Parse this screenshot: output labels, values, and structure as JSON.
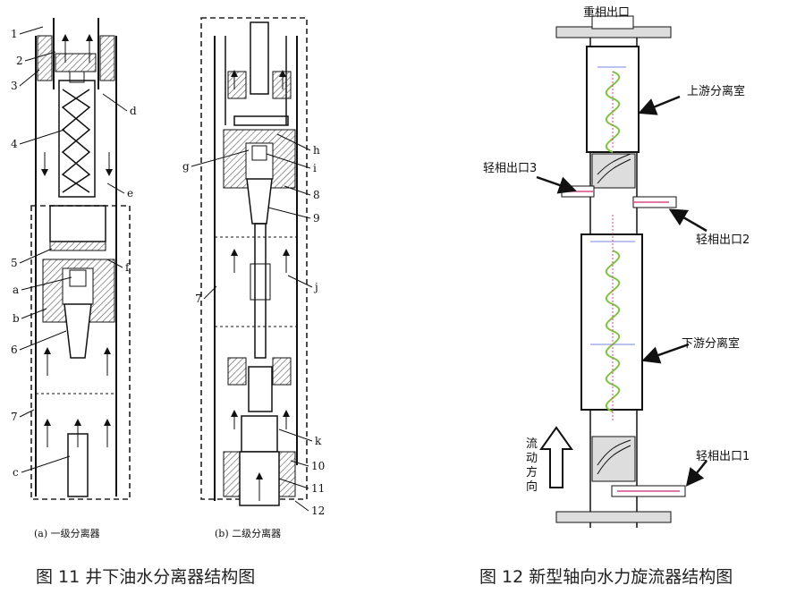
{
  "figure11": {
    "caption": "图 11  井下油水分离器结构图",
    "sub_a": "(a) 一级分离器",
    "sub_b": "(b) 二级分离器",
    "labels_a": [
      "1",
      "2",
      "3",
      "4",
      "5",
      "a",
      "b",
      "6",
      "7",
      "c",
      "d",
      "e",
      "f"
    ],
    "labels_b": [
      "g",
      "7",
      "h",
      "i",
      "8",
      "9",
      "j",
      "k",
      "10",
      "11",
      "12"
    ]
  },
  "figure12": {
    "caption": "图 12 新型轴向水力旋流器结构图",
    "heavy_outlet": "重相出口",
    "upstream_chamber": "上游分离室",
    "light_outlet_3": "轻相出口3",
    "light_outlet_2": "轻相出口2",
    "downstream_chamber": "下游分离室",
    "flow_direction": "流动方向",
    "light_outlet_1": "轻相出口1"
  },
  "colors": {
    "line": "#111111",
    "hatch": "#666666",
    "swirl": "#7fc241",
    "swirl_inner": "#d84a8a",
    "dashed": "#222222"
  }
}
